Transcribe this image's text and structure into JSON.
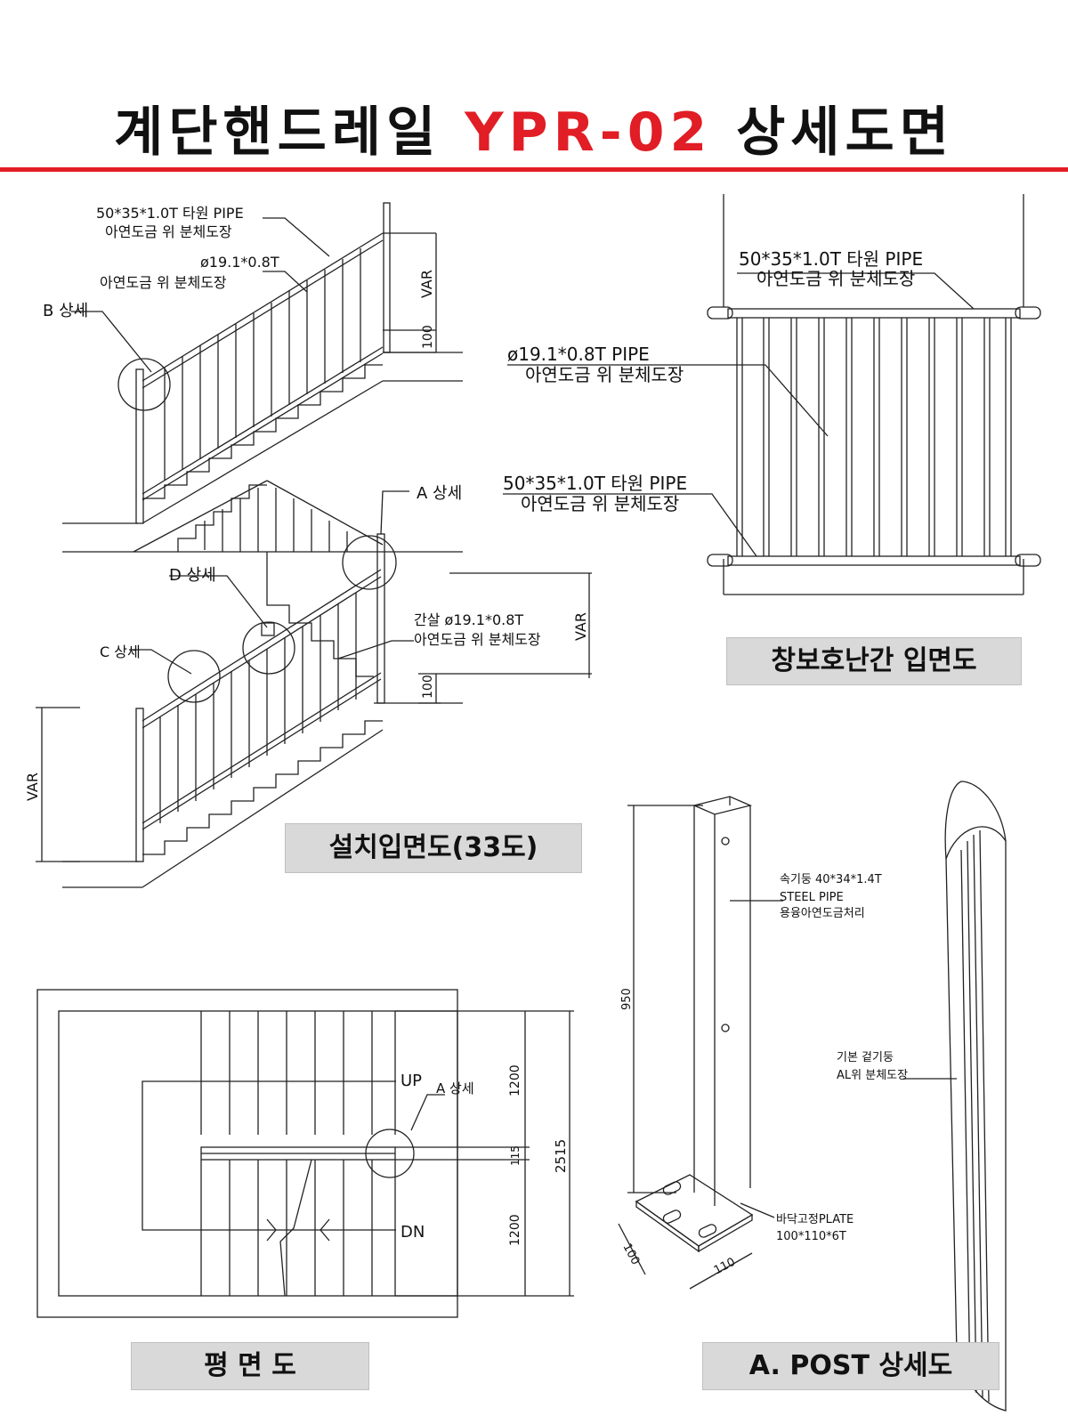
{
  "title": {
    "main": "계단핸드레일",
    "code": "YPR-02",
    "suffix": "상세도면"
  },
  "elevation": {
    "caption": "설치입면도(33도)",
    "notes": {
      "top_pipe_1": "50*35*1.0T 타원 PIPE",
      "top_pipe_2": "아연도금 위 분체도장",
      "bar_1": "ø19.1*0.8T",
      "bar_2": "아연도금 위 분체도장",
      "baluster_1": "간살 ø19.1*0.8T",
      "baluster_2": "아연도금 위 분체도장"
    },
    "details": {
      "b": "B 상세",
      "a": "A 상세",
      "d": "D 상세",
      "c": "C 상세"
    },
    "dims": {
      "var": "VAR",
      "h100": "100"
    }
  },
  "window_guard": {
    "caption": "창보호난간 입면도",
    "notes": {
      "top_1": "50*35*1.0T 타원 PIPE",
      "top_2": "아연도금 위 분체도장",
      "bar_1": "ø19.1*0.8T PIPE",
      "bar_2": "아연도금 위 분체도장",
      "bottom_1": "50*35*1.0T 타원 PIPE",
      "bottom_2": "아연도금 위 분체도장"
    }
  },
  "plan": {
    "caption": "평 면 도",
    "up": "UP",
    "dn": "DN",
    "detail_a": "A 상세",
    "dims": {
      "d1200a": "1200",
      "d115": "115",
      "d1200b": "1200",
      "d2515": "2515"
    }
  },
  "post": {
    "caption": "A. POST 상세도",
    "notes": {
      "inner_1": "속기둥 40*34*1.4T",
      "inner_2": "STEEL PIPE",
      "inner_3": "용융아연도금처리",
      "base_1": "바닥고정PLATE",
      "base_2": "100*110*6T",
      "outer_1": "기본 겉기둥",
      "outer_2": "AL위 분체도장"
    },
    "dims": {
      "h950": "950",
      "w100": "100",
      "w110": "110"
    }
  },
  "colors": {
    "accent": "#e11d25",
    "caption_bg": "#d9d9d9"
  }
}
